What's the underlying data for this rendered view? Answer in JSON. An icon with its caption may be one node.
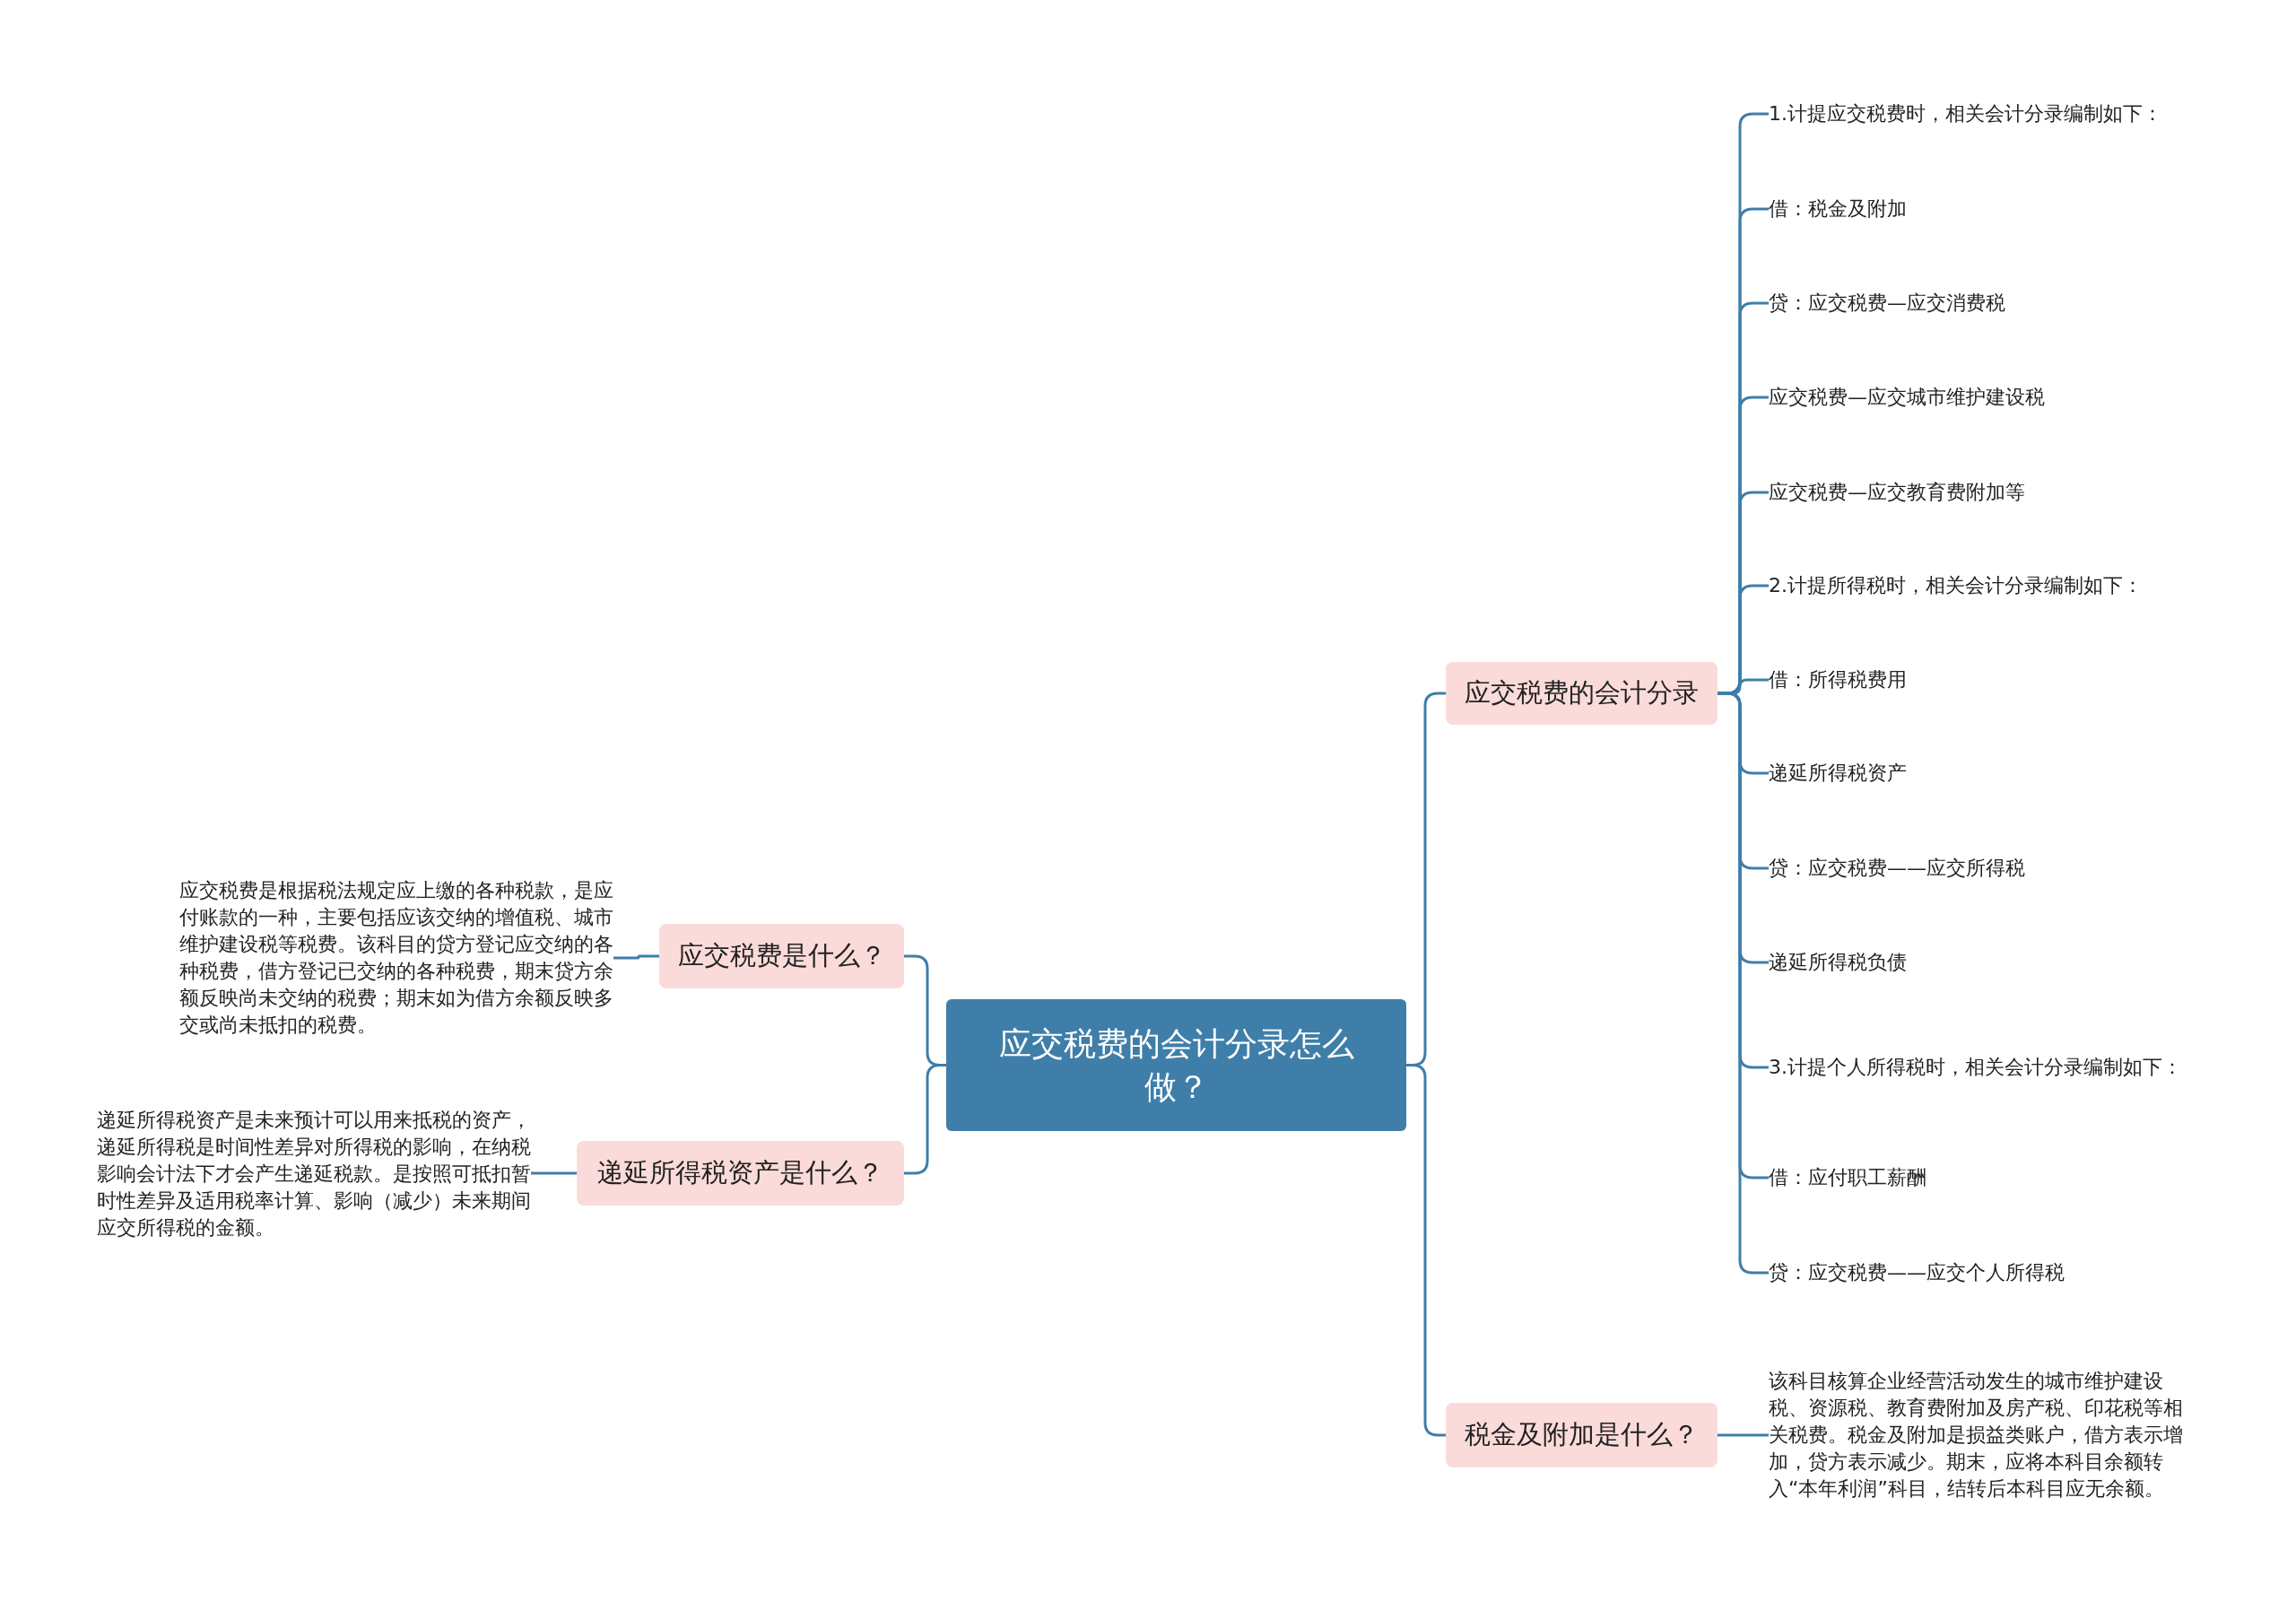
{
  "diagram": {
    "nodes": [
      {
        "text": [
          "应交税费的会计分录怎么做？"
        ]
      },
      {
        "text": [
          "应交税费的会计分录"
        ]
      },
      {
        "text": [
          "1.计提应交税费时，相关会计分录编制如下："
        ]
      },
      {
        "text": [
          "借：税金及附加"
        ]
      },
      {
        "text": [
          "贷：应交税费—应交消费税"
        ]
      },
      {
        "text": [
          "应交税费—应交城市维护建设税"
        ]
      },
      {
        "text": [
          "应交税费—应交教育费附加等"
        ]
      },
      {
        "text": [
          "2.计提所得税时，相关会计分录编制如下："
        ]
      },
      {
        "text": [
          "借：所得税费用"
        ]
      },
      {
        "text": [
          "递延所得税资产"
        ]
      },
      {
        "text": [
          "贷：应交税费——应交所得税"
        ]
      },
      {
        "text": [
          "递延所得税负债"
        ]
      },
      {
        "text": [
          "3.计提个人所得税时，相关会计分录编制如下："
        ]
      },
      {
        "text": [
          "借：应付职工薪酬"
        ]
      },
      {
        "text": [
          "贷：应交税费——应交个人所得税"
        ]
      },
      {
        "text": [
          "税金及附加是什么？"
        ]
      },
      {
        "text": [
          "该科目核算企业经营活动发生的城市维护建设税、资源税、教育费附加及房产税、印花税等相关税费。税金及附加是损益类账户，借方表示增加，贷方表示减少。期末，应将本科目余额转入“本年利润”科目，结转后本科目应无余额。"
        ]
      },
      {
        "text": [
          "应交税费是什么？"
        ]
      },
      {
        "text": [
          "应交税费是根据税法规定应上缴的各种税款，是应付账款的一种，主要包括应该交纳的增值税、城市维护建设税等税费。该科目的贷方登记应交纳的各种税费，借方登记已交纳的各种税费，期末贷方余额反映尚未交纳的税费；期末如为借方余额反映多交或尚未抵扣的税费。"
        ]
      },
      {
        "text": [
          "递延所得税资产是什么？"
        ]
      },
      {
        "text": [
          "递延所得税资产是未来预计可以用来抵税的资产，递延所得税是时间性差异对所得税的影响，在纳税影响会计法下才会产生递延税款。是按照可抵扣暂时性差异及适用税率计算、影响（减少）未来期间应交所得税的金额。"
        ]
      }
    ],
    "edges": [
      {
        "from": 0,
        "to": 1,
        "arrow": "none"
      },
      {
        "from": 1,
        "to": 2,
        "arrow": "none"
      },
      {
        "from": 1,
        "to": 3,
        "arrow": "none"
      },
      {
        "from": 1,
        "to": 4,
        "arrow": "none"
      },
      {
        "from": 1,
        "to": 5,
        "arrow": "none"
      },
      {
        "from": 1,
        "to": 6,
        "arrow": "none"
      },
      {
        "from": 1,
        "to": 7,
        "arrow": "none"
      },
      {
        "from": 1,
        "to": 8,
        "arrow": "none"
      },
      {
        "from": 1,
        "to": 9,
        "arrow": "none"
      },
      {
        "from": 1,
        "to": 10,
        "arrow": "none"
      },
      {
        "from": 1,
        "to": 11,
        "arrow": "none"
      },
      {
        "from": 1,
        "to": 12,
        "arrow": "none"
      },
      {
        "from": 1,
        "to": 13,
        "arrow": "none"
      },
      {
        "from": 1,
        "to": 14,
        "arrow": "none"
      },
      {
        "from": 0,
        "to": 15,
        "arrow": "none"
      },
      {
        "from": 15,
        "to": 16,
        "arrow": "none"
      },
      {
        "from": 0,
        "to": 17,
        "arrow": "none"
      },
      {
        "from": 17,
        "to": 18,
        "arrow": "none"
      },
      {
        "from": 0,
        "to": 19,
        "arrow": "none"
      },
      {
        "from": 19,
        "to": 20,
        "arrow": "none"
      }
    ]
  }
}
